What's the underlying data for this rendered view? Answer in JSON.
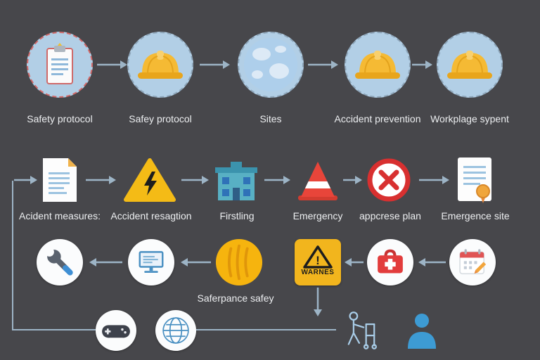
{
  "colors": {
    "background": "#47474b",
    "arrow": "#9db4c6",
    "node_circle_blue": "#b2cfe6",
    "hardhat_yellow": "#f5ba34",
    "warning_yellow": "#f2b51d",
    "alert_red": "#d83030",
    "text": "#eceef0"
  },
  "row1": {
    "items": [
      {
        "label": "Safety protocol",
        "icon": "clipboard-icon"
      },
      {
        "label": "Safey protocol",
        "icon": "hardhat-icon"
      },
      {
        "label": "Sites",
        "icon": "globe-icon"
      },
      {
        "label": "Accident prevention",
        "icon": "hardhat-icon"
      },
      {
        "label": "Workplage sypent",
        "icon": "hardhat-icon"
      }
    ]
  },
  "row2": {
    "items": [
      {
        "label": "Acident measures:",
        "icon": "document-icon"
      },
      {
        "label": "Accident resagtion",
        "icon": "warning-triangle-icon"
      },
      {
        "label": "Firstling",
        "icon": "building-icon"
      },
      {
        "label": "Emergency",
        "icon": "safety-cone-icon"
      },
      {
        "label": "appcrese plan",
        "icon": "prohibition-icon"
      },
      {
        "label": "Emergence site",
        "icon": "certificate-document-icon"
      }
    ]
  },
  "row3": {
    "caption": "Saferpance safey",
    "items": [
      {
        "icon": "wrench-icon"
      },
      {
        "icon": "monitor-icon"
      },
      {
        "icon": "siren-icon"
      },
      {
        "icon": "warning-sign-icon",
        "exclamation": "!",
        "text": "WARNES"
      },
      {
        "icon": "first-aid-kit-icon"
      },
      {
        "icon": "calendar-icon"
      }
    ]
  },
  "row4": {
    "items": [
      {
        "icon": "game-controller-icon"
      },
      {
        "icon": "globe-wireframe-icon"
      },
      {
        "icon": "walker-icon"
      },
      {
        "icon": "person-icon"
      }
    ]
  }
}
